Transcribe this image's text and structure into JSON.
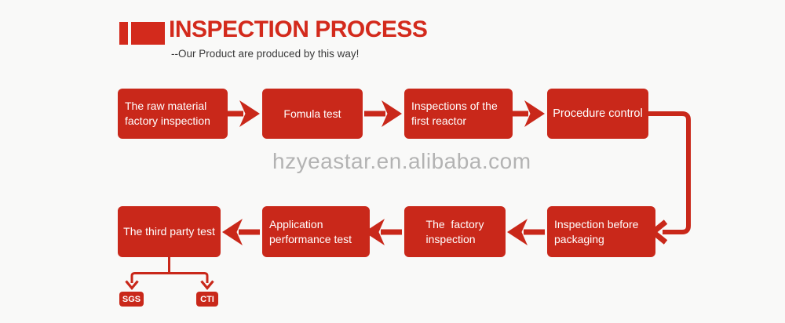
{
  "colors": {
    "red": "#c9281a",
    "title_red": "#d32a1c",
    "bg": "#f9f9f8",
    "subtitle_text": "#3a3a3a",
    "watermark_gray": "#b3b3b3",
    "box_text": "#ffffff"
  },
  "header": {
    "title": "INSPECTION PROCESS",
    "subtitle": "--Our Product are produced by this way!"
  },
  "watermark": {
    "text": "hzyeastar.en.alibaba.com"
  },
  "flow": {
    "top_row": [
      {
        "name": "raw-material-factory-inspection",
        "text": "The raw material\nfactory inspection"
      },
      {
        "name": "formula-test",
        "text": "Fomula test"
      },
      {
        "name": "first-reactor-inspections",
        "text": "Inspections of the\nfirst reactor"
      },
      {
        "name": "procedure-control",
        "text": "Procedure control"
      }
    ],
    "bottom_row": [
      {
        "name": "inspection-before-packaging",
        "text": "Inspection before\npackaging"
      },
      {
        "name": "factory-inspection",
        "text": "The  factory\ninspection"
      },
      {
        "name": "application-performance-test",
        "text": "Application\nperformance test"
      },
      {
        "name": "third-party-test",
        "text": "The third party test"
      }
    ],
    "certifications": [
      {
        "label": "SGS"
      },
      {
        "label": "CTI"
      }
    ]
  }
}
